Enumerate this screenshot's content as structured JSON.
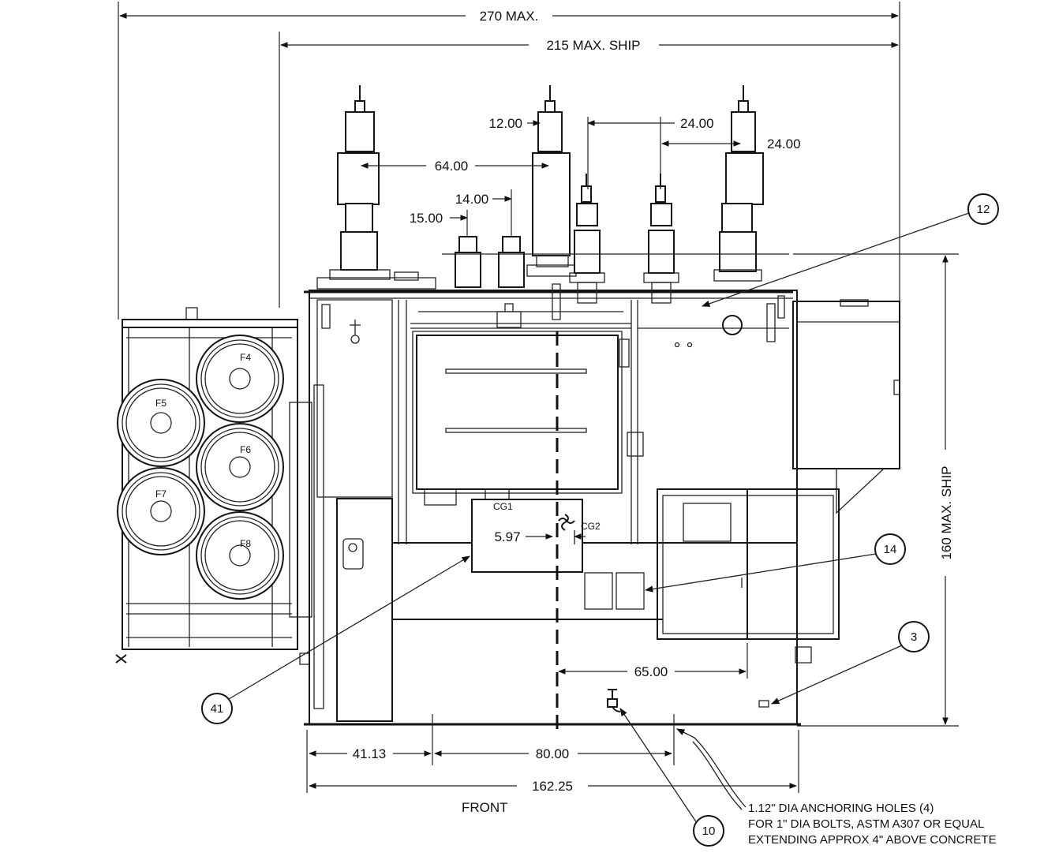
{
  "dimensions": {
    "overall_width": "270 MAX.",
    "ship_width": "215 MAX. SHIP",
    "ship_height": "160 MAX. SHIP",
    "d_12": "12.00",
    "d_24a": "24.00",
    "d_24b": "24.00",
    "d_64": "64.00",
    "d_14": "14.00",
    "d_15": "15.00",
    "d_597": "5.97",
    "d_65": "65.00",
    "d_4113": "41.13",
    "d_80": "80.00",
    "d_16225": "162.25"
  },
  "cg": {
    "cg1": "CG1",
    "cg2": "CG2"
  },
  "fans": [
    "F4",
    "F5",
    "F6",
    "F7",
    "F8"
  ],
  "callouts": {
    "c12": "12",
    "c14": "14",
    "c3": "3",
    "c41": "41",
    "c10": "10"
  },
  "labels": {
    "front": "FRONT"
  },
  "note": {
    "line1": "1.12\" DIA ANCHORING HOLES (4)",
    "line2": "FOR 1\" DIA BOLTS, ASTM A307 OR EQUAL",
    "line3": "EXTENDING APPROX 4\" ABOVE CONCRETE"
  }
}
